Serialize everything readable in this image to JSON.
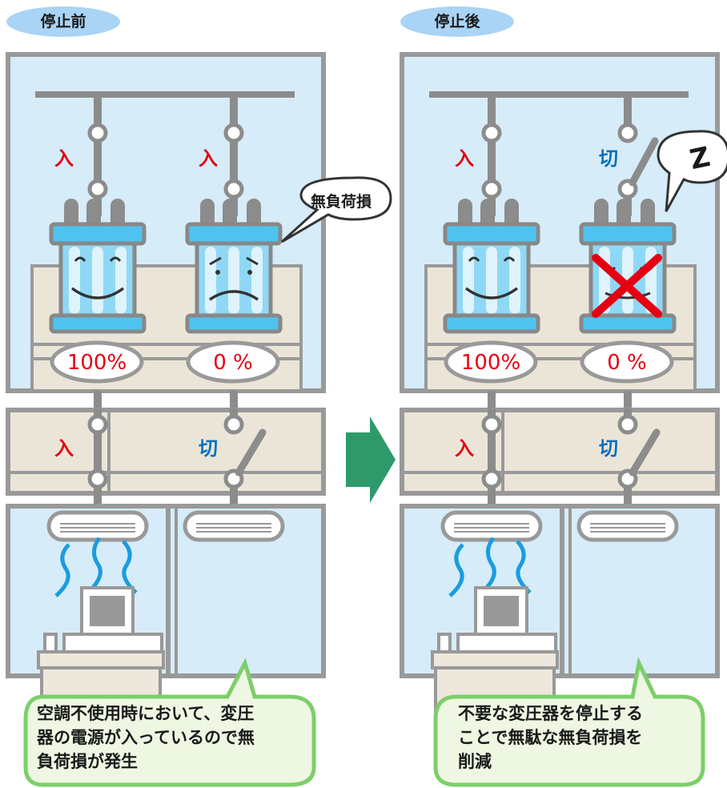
{
  "phases": {
    "before_label": "停止前",
    "after_label": "停止後"
  },
  "before": {
    "transformer_1": {
      "switch_state": "入",
      "load_percent": "100%",
      "switch_closed": true
    },
    "transformer_2": {
      "switch_state": "入",
      "load_percent": "0 %",
      "switch_closed": true
    },
    "loss_bubble": "無負荷損",
    "feeder_1_switch": "入",
    "feeder_2_switch": "切",
    "callout_lines": [
      "空調不使用時において、変圧",
      "器の電源が入っているので無",
      "負荷損が発生"
    ]
  },
  "after": {
    "transformer_1": {
      "switch_state": "入",
      "load_percent": "100%",
      "switch_closed": true
    },
    "transformer_2": {
      "switch_state": "切",
      "load_percent": "0 %",
      "switch_closed": false
    },
    "sleep_symbol": "Z",
    "feeder_1_switch": "入",
    "feeder_2_switch": "切",
    "callout_lines": [
      "不要な変圧器を停止する",
      "ことで無駄な無負荷損を",
      "削減"
    ]
  },
  "colors": {
    "frame_gray": "#999999",
    "room_blue": "#d6ecf8",
    "cabinet_beige": "#e8e2d6",
    "transformer_blue": "#4fc3f0",
    "arrow_green": "#2e9a6a",
    "callout_green": "#7ccf6a",
    "callout_fill": "#eef7e2",
    "on_red": "#e60012",
    "off_blue": "#0070c0"
  }
}
